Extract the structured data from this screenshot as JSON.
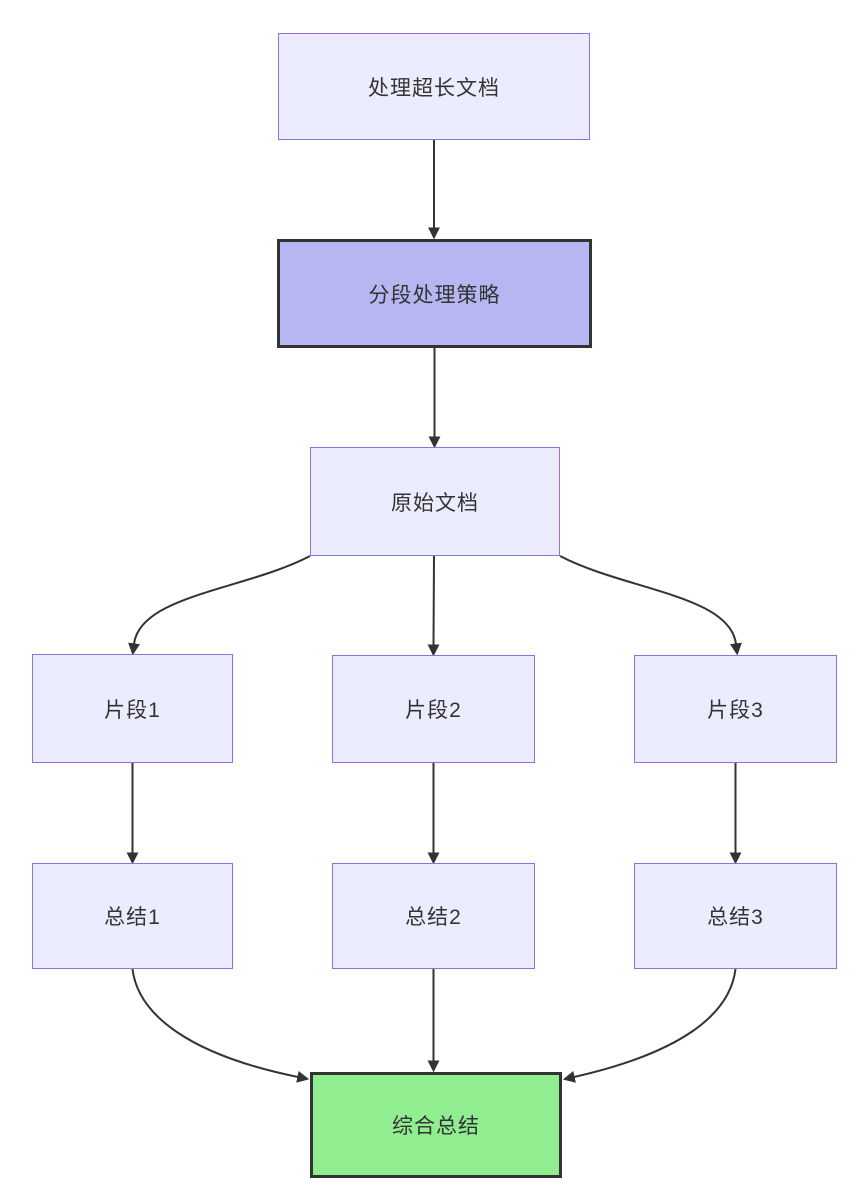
{
  "diagram": {
    "type": "flowchart",
    "direction": "top-down",
    "background": "#ffffff",
    "nodes": [
      {
        "id": "A",
        "label": "处理超长文档",
        "style": "default"
      },
      {
        "id": "B",
        "label": "分段处理策略",
        "style": "emphasis"
      },
      {
        "id": "C",
        "label": "原始文档",
        "style": "default"
      },
      {
        "id": "D1",
        "label": "片段1",
        "style": "default"
      },
      {
        "id": "D2",
        "label": "片段2",
        "style": "default"
      },
      {
        "id": "D3",
        "label": "片段3",
        "style": "default"
      },
      {
        "id": "E1",
        "label": "总结1",
        "style": "default"
      },
      {
        "id": "E2",
        "label": "总结2",
        "style": "default"
      },
      {
        "id": "E3",
        "label": "总结3",
        "style": "default"
      },
      {
        "id": "F",
        "label": "综合总结",
        "style": "result"
      }
    ],
    "edges": [
      {
        "from": "A",
        "to": "B"
      },
      {
        "from": "B",
        "to": "C"
      },
      {
        "from": "C",
        "to": "D1"
      },
      {
        "from": "C",
        "to": "D2"
      },
      {
        "from": "C",
        "to": "D3"
      },
      {
        "from": "D1",
        "to": "E1"
      },
      {
        "from": "D2",
        "to": "E2"
      },
      {
        "from": "D3",
        "to": "E3"
      },
      {
        "from": "E1",
        "to": "F"
      },
      {
        "from": "E2",
        "to": "F"
      },
      {
        "from": "E3",
        "to": "F"
      }
    ],
    "colors": {
      "node_fill": "#ECECFF",
      "node_border": "#9370DB",
      "emphasis_fill": "#B6B6F2",
      "emphasis_border": "#333333",
      "result_fill": "#90EE90",
      "result_border": "#333333",
      "edge_stroke": "#333333",
      "text": "#333333"
    }
  }
}
